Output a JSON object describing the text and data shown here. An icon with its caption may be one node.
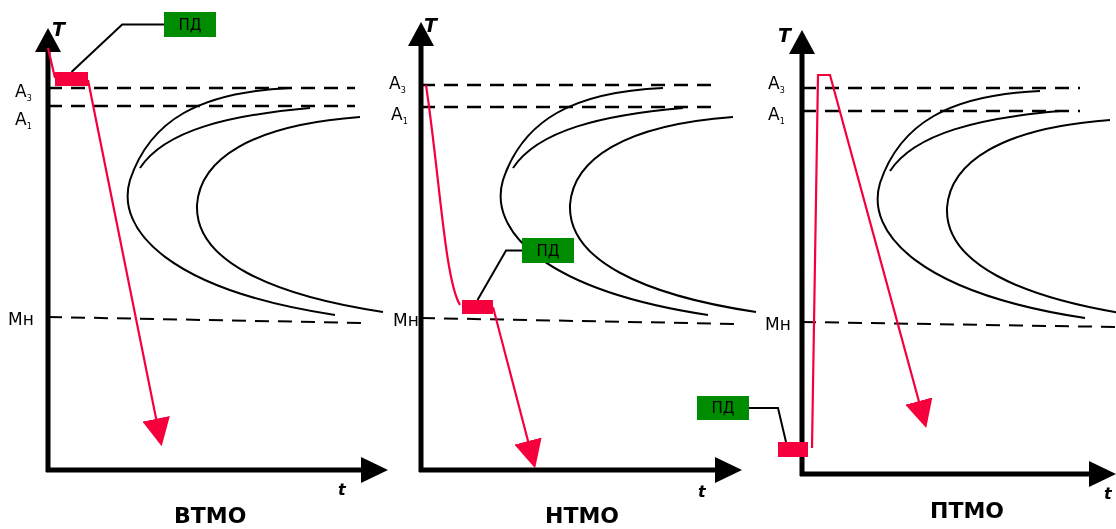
{
  "diagram": {
    "nodes": [
      {
        "text": [
          "ПД"
        ]
      },
      {
        "text": [],
        "shape": "bar"
      },
      {
        "text": [
          "ПД"
        ]
      },
      {
        "text": [],
        "shape": "bar"
      },
      {
        "text": [
          "ПД"
        ]
      },
      {
        "text": [],
        "shape": "bar"
      }
    ],
    "edges": [
      {
        "from": 0,
        "to": 1,
        "arrow": "none"
      },
      {
        "from": 2,
        "to": 3,
        "arrow": "none"
      },
      {
        "from": 4,
        "to": 5,
        "arrow": "none"
      }
    ],
    "labels": [
      "T",
      "A$_{3}$",
      "A$_{1}$",
      "Мн",
      "t",
      "ВТМО",
      "T",
      "A$_{3}$",
      "A$_{1}$",
      "Мн",
      "t",
      "НТМО",
      "T",
      "A$_{3}$",
      "A$_{1}$",
      "Мн",
      "t",
      "ПТМО"
    ]
  }
}
